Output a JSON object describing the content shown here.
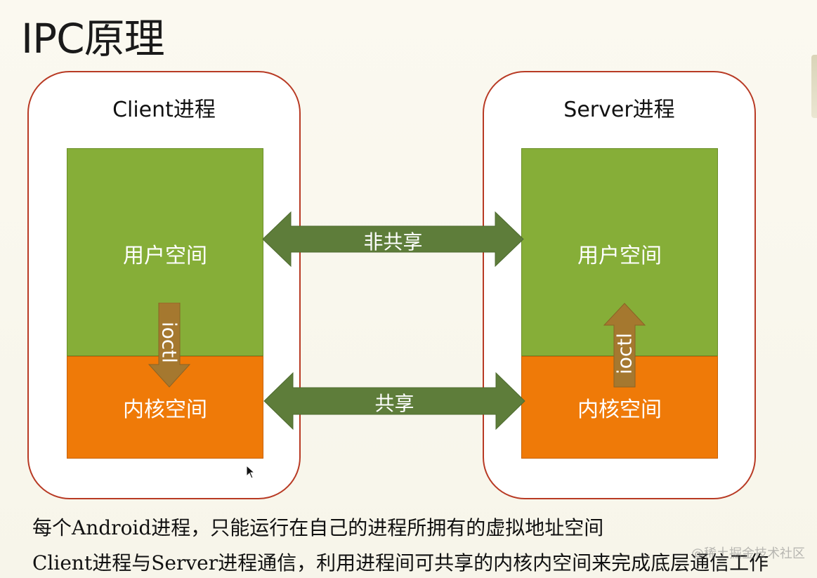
{
  "slide": {
    "title": "IPC原理"
  },
  "client": {
    "title": "Client进程",
    "user_space": "用户空间",
    "kernel_space": "内核空间",
    "ioctl": "ioctl"
  },
  "server": {
    "title": "Server进程",
    "user_space": "用户空间",
    "kernel_space": "内核空间",
    "ioctl": "ioctl"
  },
  "links": {
    "user_link": "非共享",
    "kernel_link": "共享"
  },
  "captions": [
    "每个Android进程，只能运行在自己的进程所拥有的虚拟地址空间",
    "Client进程与Server进程通信，利用进程间可共享的内核内空间来完成底层通信工作"
  ],
  "watermark": "@稀土掘金技术社区",
  "colors": {
    "user_space": "#86ae38",
    "kernel_space": "#ef7a08",
    "link_arrow": "#5e7d3a",
    "ioctl_arrow": "#a5782f",
    "process_border": "#b83a24"
  },
  "icons": {
    "cursor": "mouse-pointer-icon"
  }
}
